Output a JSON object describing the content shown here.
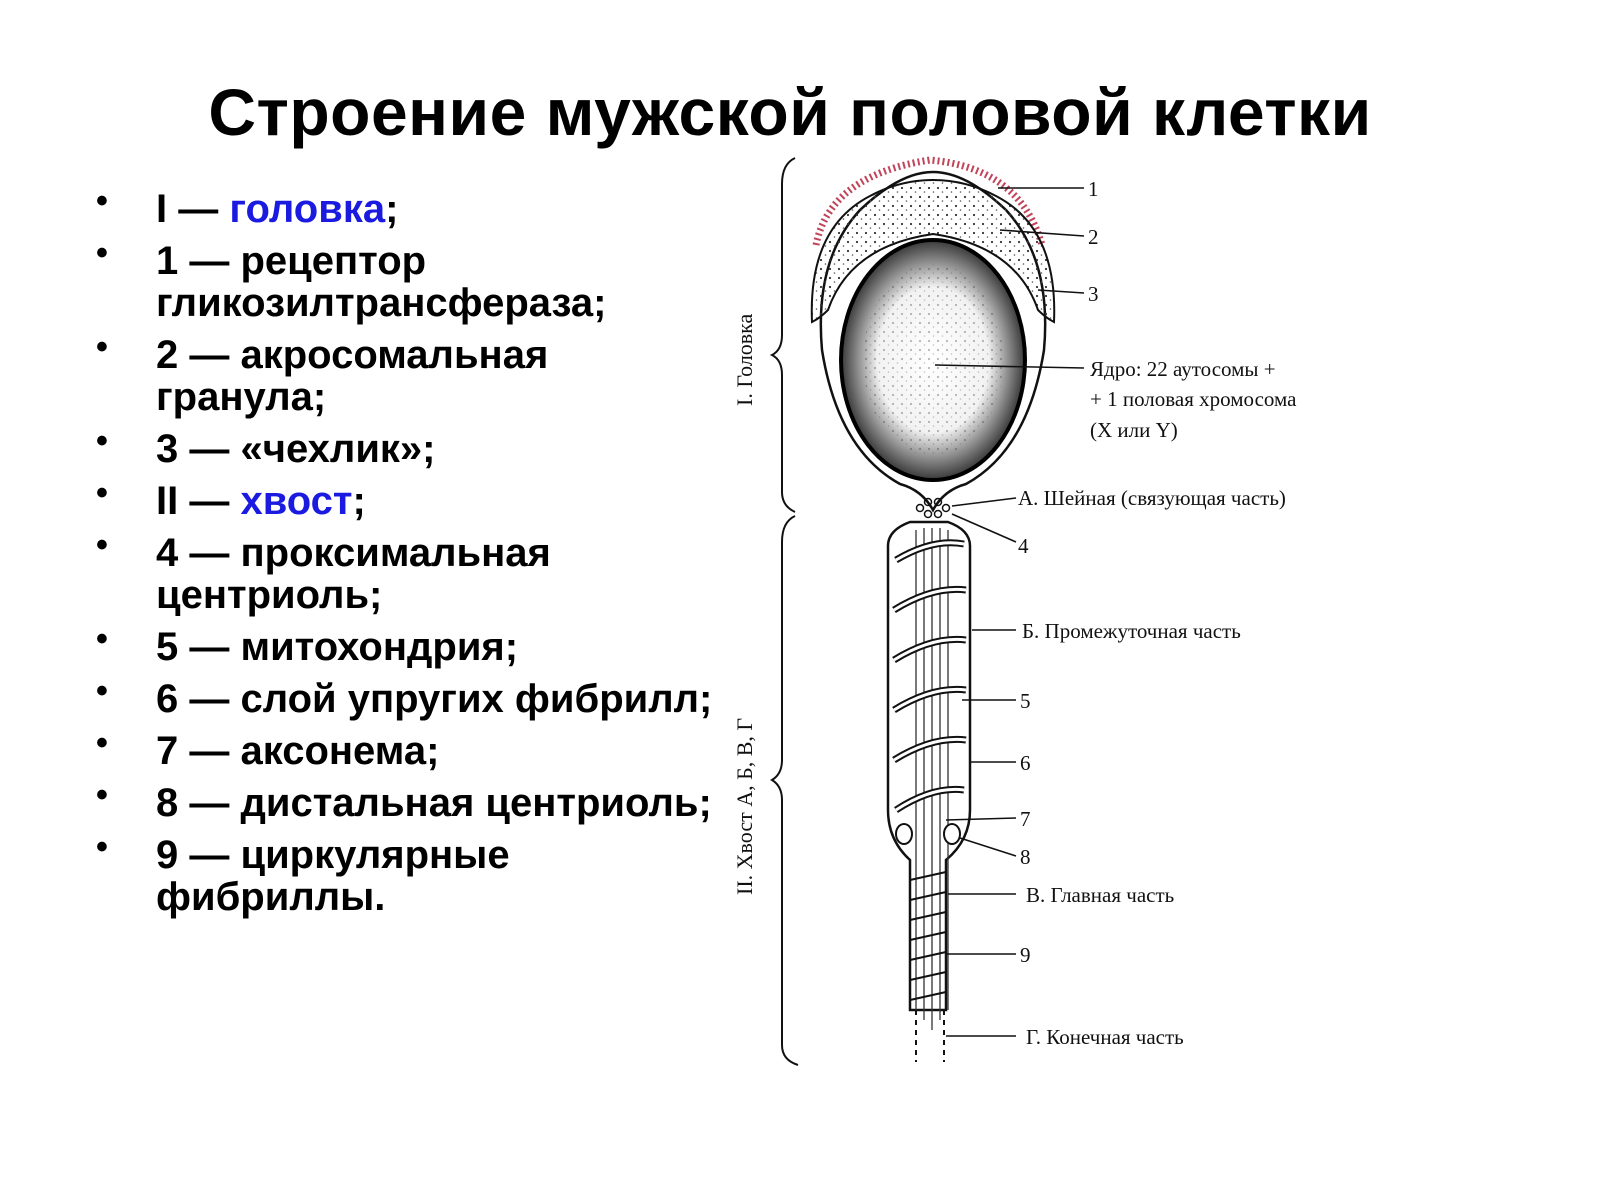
{
  "title": "Строение мужской половой клетки",
  "items": [
    {
      "pre": "I — ",
      "hl": "головка",
      "post": ";"
    },
    {
      "pre": "1 — рецептор гликозилтрансфераза;",
      "hl": "",
      "post": ""
    },
    {
      "pre": " 2 — акросомальная гранула;",
      "hl": "",
      "post": ""
    },
    {
      "pre": "3 — «чехлик»;",
      "hl": "",
      "post": ""
    },
    {
      "pre": "II — ",
      "hl": "хвост",
      "post": ";"
    },
    {
      "pre": "4 — проксимальная центриоль;",
      "hl": "",
      "post": ""
    },
    {
      "pre": "5 — митохондрия;",
      "hl": "",
      "post": ""
    },
    {
      "pre": "6 — слой упругих фибрилл;",
      "hl": "",
      "post": ""
    },
    {
      "pre": "7 — аксонема;",
      "hl": "",
      "post": ""
    },
    {
      "pre": " 8 — дистальная центриоль;",
      "hl": "",
      "post": ""
    },
    {
      "pre": "9 — циркулярные фибриллы.",
      "hl": "",
      "post": ""
    }
  ],
  "diagram": {
    "side_head": "I. Головка",
    "side_tail": "II. Хвост А, Б, В, Г",
    "labels": {
      "n1": "1",
      "n2": "2",
      "n3": "3",
      "nucleus_1": "Ядро: 22 аутосомы +",
      "nucleus_2": "+ 1 половая хромосома",
      "nucleus_3": "(X или Y)",
      "neck": "А. Шейная (связующая часть)",
      "n4": "4",
      "middle": "Б. Промежуточная часть",
      "n5": "5",
      "n6": "6",
      "n7": "7",
      "n8": "8",
      "principal": "В. Главная часть",
      "n9": "9",
      "end": "Г. Конечная часть"
    }
  },
  "colors": {
    "highlight": "#1a1ae0",
    "receptor": "#c0455a"
  }
}
